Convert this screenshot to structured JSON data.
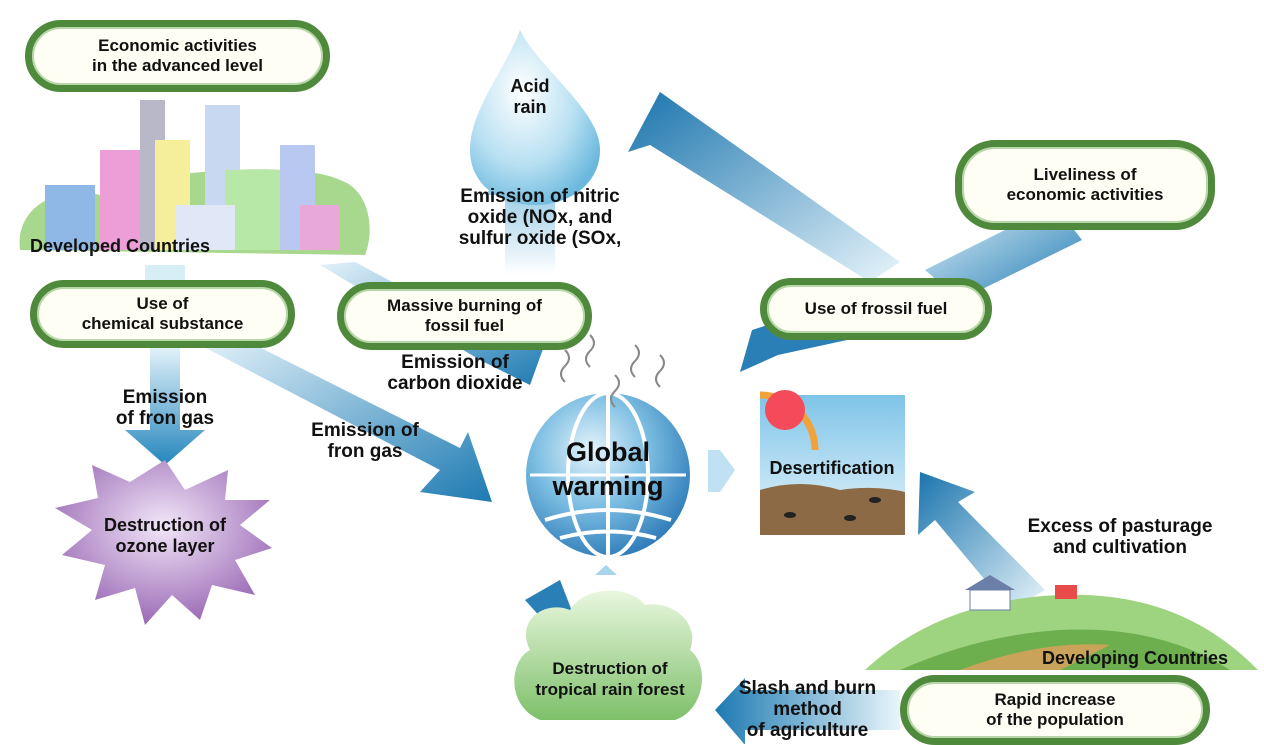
{
  "boxes": {
    "economic_activities": "Economic activities\nin the advanced level",
    "liveliness": "Liveliness of\neconomic activities",
    "chemical_substance": "Use of\nchemical substance",
    "massive_burning": "Massive burning of\nfossil fuel",
    "fossil_fuel": "Use of frossil fuel",
    "rapid_increase": "Rapid increase\nof the population"
  },
  "nodes": {
    "acid_rain": "Acid\nrain",
    "developed": "Developed Countries",
    "ozone": "Destruction of\nozone layer",
    "global_warming": "Global\nwarming",
    "desertification": "Desertification",
    "developing": "Developing Countries",
    "rain_forest": "Destruction of\ntropical rain forest"
  },
  "labels": {
    "nox_sox": "Emission of nitric\noxide (NOx, and\nsulfur oxide (SOx,",
    "carbon_dioxide": "Emission of\ncarbon dioxide",
    "fron_gas_left": "Emission\nof fron gas",
    "fron_gas_mid": "Emission of\nfron gas",
    "pasturage": "Excess of pasturage\nand cultivation",
    "slash_burn": "Slash and burn\nmethod\nof agriculture"
  },
  "colors": {
    "pill_border": "#4f8a3c",
    "arrow_dark": "#1f7fb3",
    "arrow_light": "#d8eef7",
    "ozone_fill": "#a880c0",
    "globe": "#3a8cc4"
  }
}
